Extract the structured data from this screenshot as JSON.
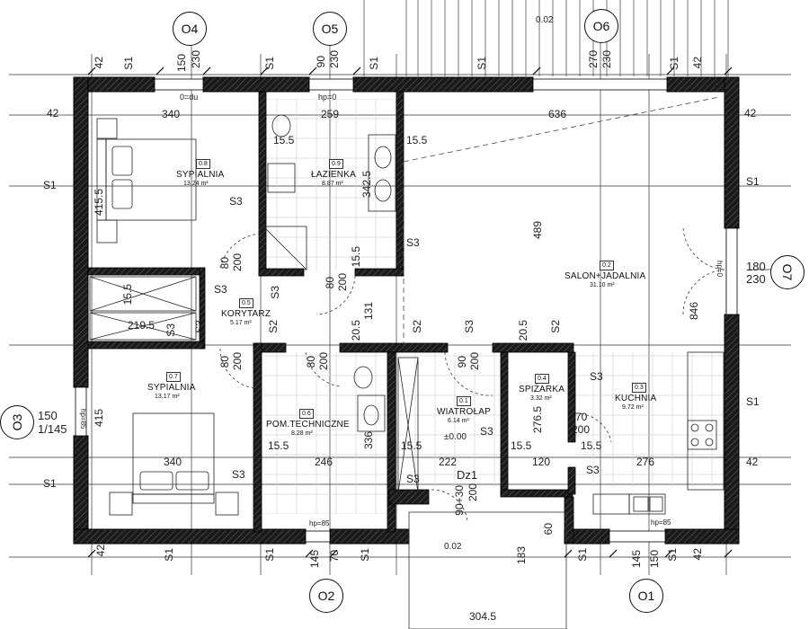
{
  "axes": {
    "O1": "O1",
    "O2": "O2",
    "O3": "O3",
    "O4": "O4",
    "O5": "O5",
    "O6": "O6",
    "O7": "O7"
  },
  "rooms": {
    "r1": {
      "no": "0.8",
      "name": "SYPIALNIA",
      "area": "13.24 m²"
    },
    "r2": {
      "no": "0.9",
      "name": "ŁAZIENKA",
      "area": "8.87 m²"
    },
    "r3": {
      "no": "0.2",
      "name": "SALON+JADALNIA",
      "area": "31.10 m²"
    },
    "r4": {
      "no": "0.5",
      "name": "KORYTARZ",
      "area": "5.17 m²"
    },
    "r5": {
      "no": "0.7",
      "name": "SYPIALNIA",
      "area": "13.17 m²"
    },
    "r6": {
      "no": "0.6",
      "name": "POM.TECHNICZNE",
      "area": "8.28 m²"
    },
    "r7": {
      "no": "0.1",
      "name": "WIATROŁAP",
      "area": "6.14 m²"
    },
    "r8": {
      "no": "0.4",
      "name": "SPIŻARKA",
      "area": "3.32 m²"
    },
    "r9": {
      "no": "0.3",
      "name": "KUCHNIA",
      "area": "9.72 m²"
    }
  },
  "labels": {
    "s1": "S1",
    "s2": "S2",
    "s3": "S3",
    "n42": "42",
    "d340": "340",
    "d259": "259",
    "d636": "636",
    "d155": "15.5",
    "d4155": "415.5",
    "d3425": "342.5",
    "d489": "489",
    "d846": "846",
    "d80": "80",
    "d200": "200",
    "d131": "131",
    "d205": "20.5",
    "d2195": "219.5",
    "d415": "415",
    "d336": "336",
    "d246": "246",
    "d222": "222",
    "d120": "120",
    "d276": "276",
    "d2765": "276.5",
    "d70": "70",
    "d183": "183",
    "d60": "60",
    "d3045": "304.5",
    "d002": "0.02",
    "d000": "±0.00",
    "d90": "90",
    "d90_30": "90+30",
    "dz1": "Dz1",
    "w150": "150",
    "w230": "230",
    "w270": "270",
    "w180": "180",
    "w145": "145",
    "w1145": "1/145",
    "hp0": "hp=0",
    "hp85": "hp=85",
    "d0du": "0=du",
    "d020": "0.02"
  }
}
